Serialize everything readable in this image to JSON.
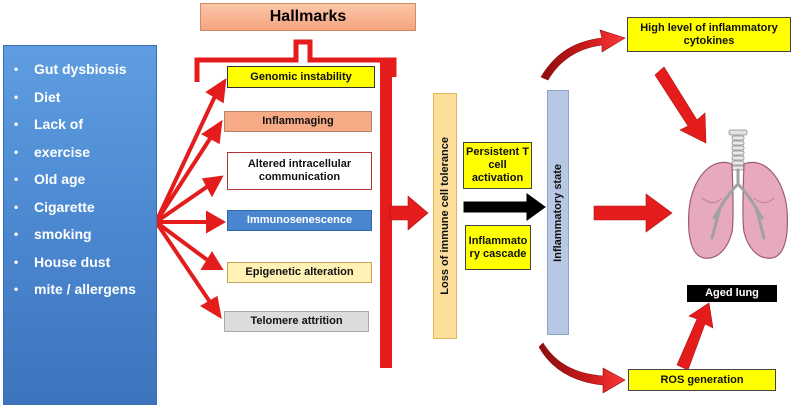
{
  "hallmarks_title": "Hallmarks",
  "risk_factors": [
    "Gut dysbiosis",
    "Diet",
    "Lack of",
    "exercise",
    "Old age",
    "Cigarette",
    "smoking",
    "House dust",
    "mite / allergens"
  ],
  "hallmarks": [
    "Genomic instability",
    "Inflammaging",
    "Altered intracellular communication",
    "Immunosenescence",
    "Epigenetic alteration",
    "Telomere attrition"
  ],
  "loss_tolerance": "Loss of immune cell tolerance",
  "t_cell": "Persistent T cell activation",
  "inflammatory_cascade": "Inflammato ry cascade",
  "inflammatory_state": "Inflammatory state",
  "cytokines": "High level of  inflammatory cytokines",
  "ros": "ROS generation",
  "aged_lung": "Aged lung",
  "colors": {
    "risk_panel": "#4a86cf",
    "arrow_red": "#e41c1c",
    "hallmark_yellow": "#ffff00",
    "inflammaging": "#f6ab86",
    "immunosenescence": "#4a86cf",
    "epigenetic": "#fff2b4",
    "telomere": "#dcdcdc",
    "loss_bar": "#fbdf9b",
    "state_bar": "#b7c7e4"
  }
}
